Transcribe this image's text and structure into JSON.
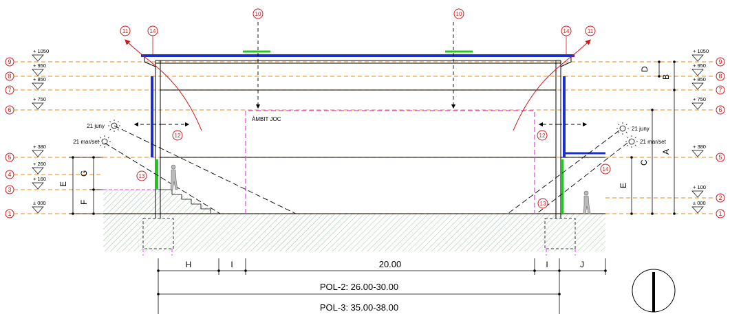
{
  "levels_left": [
    {
      "num": "9",
      "elev": "+ 1050"
    },
    {
      "num": "8",
      "elev": "+ 950"
    },
    {
      "num": "7",
      "elev": "+ 850"
    },
    {
      "num": "6",
      "elev": "+ 750"
    },
    {
      "num": "5",
      "elev": "+ 380"
    },
    {
      "num": "4",
      "elev": "+ 260"
    },
    {
      "num": "3",
      "elev": "+ 160"
    },
    {
      "num": "1",
      "elev": "± 000"
    }
  ],
  "levels_right": [
    {
      "num": "9",
      "elev": "+ 1050"
    },
    {
      "num": "8",
      "elev": "+ 950"
    },
    {
      "num": "7",
      "elev": "+ 850"
    },
    {
      "num": "6",
      "elev": "+ 750"
    },
    {
      "num": "5",
      "elev": "+ 380"
    },
    {
      "num": "2",
      "elev": "+ 100"
    },
    {
      "num": "1",
      "elev": "± 000"
    }
  ],
  "callouts": {
    "ten": "10",
    "eleven": "11",
    "twelve": "12",
    "thirteen": "13",
    "fourteen": "14"
  },
  "labels": {
    "play_area": "ÀMBIT JOC",
    "sun_june": "21 juny",
    "sun_equinox": "21 mar/set"
  },
  "dim_letters": {
    "A": "A",
    "B": "B",
    "C": "C",
    "D": "D",
    "E": "E",
    "F": "F",
    "G": "G",
    "H": "H",
    "I": "I",
    "J": "J"
  },
  "dimensions": {
    "court_width": "20.00",
    "pol2": "POL-2: 26.00-30.00",
    "pol3": "POL-3: 35.00-38.00"
  },
  "colors": {
    "level_line": "#f0a040",
    "callout_red": "#d01818",
    "roof_blue": "#1a2fcc",
    "wall_green": "#22c822",
    "play_area_magenta": "#e040e0"
  }
}
